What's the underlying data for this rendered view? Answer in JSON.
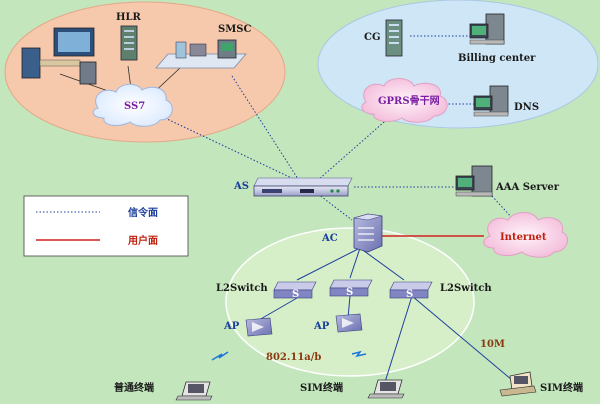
{
  "nodes": {
    "hlr": "HLR",
    "smsc": "SMSC",
    "ss7": "SS7",
    "cg": "CG",
    "billing": "Billing center",
    "gprs": "GPRS骨干网",
    "dns": "DNS",
    "as": "AS",
    "aaa": "AAA Server",
    "ac": "AC",
    "internet": "Internet",
    "l2switch_left": "L2Switch",
    "l2switch_right": "L2Switch",
    "ap1": "AP",
    "ap2": "AP",
    "wifi_std": "802.11a/b",
    "bw": "10M",
    "sw1": "S",
    "sw2": "S",
    "sw3": "S"
  },
  "terminals": {
    "t1": "普通终端",
    "t2": "SIM终端",
    "t3": "SIM终端"
  },
  "legend": {
    "signal": "信令面",
    "user": "用户面"
  },
  "colors": {
    "background": "#c3e6bd",
    "core_ellipse": "#f6c9ad",
    "gprs_ellipse": "#cfe6f7",
    "access_ellipse": "#d6efc8",
    "signal_line": "#1d3f9c",
    "user_line": "#d22020"
  }
}
